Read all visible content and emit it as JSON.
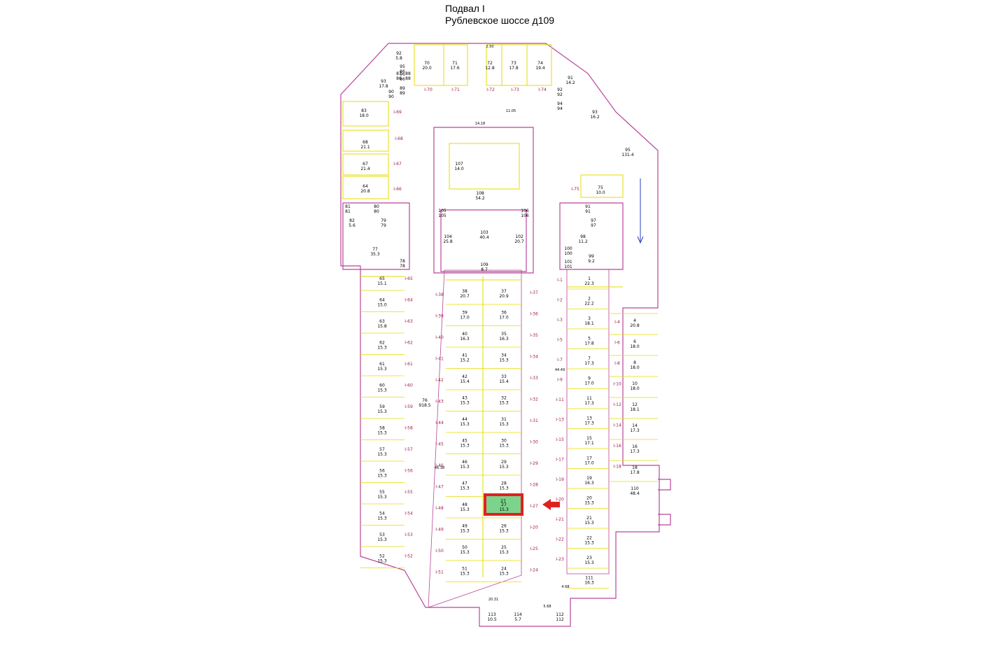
{
  "title": "Подвал I",
  "address": "Рублевское шоссе д109",
  "colors": {
    "wall": "#b9459a",
    "partition": "#e6dc00",
    "label": "#a11a4a",
    "highlight_fill": "#7cd38c",
    "highlight_border": "#e02020",
    "arrow": "#e02020"
  },
  "highlight": {
    "room": "27"
  },
  "top_rooms": [
    {
      "n": "92",
      "a": "5.8"
    },
    {
      "n": "93",
      "a": "17.8"
    },
    {
      "n": "95",
      "a": "86"
    },
    {
      "n": "96",
      "a": "86"
    },
    {
      "n": "87",
      "a": "86"
    },
    {
      "n": "88",
      "a": "88"
    },
    {
      "n": "89",
      "a": "89"
    },
    {
      "n": "90",
      "a": "90"
    },
    {
      "n": "70",
      "a": "20.0"
    },
    {
      "n": "71",
      "a": "17.6"
    },
    {
      "n": "72",
      "a": "12.8"
    },
    {
      "n": "73",
      "a": "17.8"
    },
    {
      "n": "74",
      "a": "19.4"
    },
    {
      "n": "91",
      "a": "14.2"
    },
    {
      "n": "92",
      "a": "92"
    },
    {
      "n": "94",
      "a": "94"
    },
    {
      "n": "93",
      "a": "16.2"
    }
  ],
  "left_rooms": [
    {
      "n": "83",
      "a": "18.0"
    },
    {
      "n": "68",
      "a": "21.1"
    },
    {
      "n": "67",
      "a": "21.4"
    },
    {
      "n": "64",
      "a": "20.8"
    },
    {
      "n": "81",
      "a": "81"
    },
    {
      "n": "80",
      "a": "80"
    },
    {
      "n": "79",
      "a": "79"
    },
    {
      "n": "82",
      "a": "5.6"
    },
    {
      "n": "77",
      "a": "35.3"
    },
    {
      "n": "78",
      "a": "78"
    }
  ],
  "right_upper_rooms": [
    {
      "n": "95",
      "a": "131.4"
    },
    {
      "n": "75",
      "a": "10.0"
    },
    {
      "n": "91",
      "a": "91"
    },
    {
      "n": "97",
      "a": "97"
    },
    {
      "n": "98",
      "a": "11.2"
    },
    {
      "n": "99",
      "a": "9.2"
    },
    {
      "n": "100",
      "a": "100"
    },
    {
      "n": "101",
      "a": "101"
    }
  ],
  "core_rooms": [
    {
      "n": "107",
      "a": "14.0"
    },
    {
      "n": "108",
      "a": "54.2"
    },
    {
      "n": "103",
      "a": "40.4"
    },
    {
      "n": "104",
      "a": "25.8"
    },
    {
      "n": "102",
      "a": "20.7"
    },
    {
      "n": "109",
      "a": "8.7"
    },
    {
      "n": "105",
      "a": "105"
    },
    {
      "n": "106",
      "a": "106"
    }
  ],
  "left_spaces": [
    {
      "n": "65",
      "a": "15.1"
    },
    {
      "n": "64",
      "a": "15.0"
    },
    {
      "n": "63",
      "a": "15.8"
    },
    {
      "n": "62",
      "a": "15.3"
    },
    {
      "n": "61",
      "a": "15.3"
    },
    {
      "n": "60",
      "a": "15.3"
    },
    {
      "n": "59",
      "a": "15.3"
    },
    {
      "n": "58",
      "a": "15.3"
    },
    {
      "n": "57",
      "a": "15.3"
    },
    {
      "n": "56",
      "a": "15.3"
    },
    {
      "n": "55",
      "a": "15.3"
    },
    {
      "n": "54",
      "a": "15.3"
    },
    {
      "n": "53",
      "a": "15.3"
    },
    {
      "n": "52",
      "a": "15.3"
    }
  ],
  "center_left": [
    {
      "n": "38",
      "a": "20.7"
    },
    {
      "n": "39",
      "a": "17.0"
    },
    {
      "n": "40",
      "a": "16.3"
    },
    {
      "n": "41",
      "a": "15.2"
    },
    {
      "n": "42",
      "a": "15.4"
    },
    {
      "n": "43",
      "a": "15.3"
    },
    {
      "n": "44",
      "a": "15.3"
    },
    {
      "n": "45",
      "a": "15.3"
    },
    {
      "n": "46",
      "a": "15.3"
    },
    {
      "n": "47",
      "a": "15.3"
    },
    {
      "n": "48",
      "a": "15.3"
    },
    {
      "n": "49",
      "a": "15.3"
    },
    {
      "n": "50",
      "a": "15.3"
    },
    {
      "n": "51",
      "a": "15.3"
    }
  ],
  "center_right": [
    {
      "n": "37",
      "a": "20.9"
    },
    {
      "n": "36",
      "a": "17.0"
    },
    {
      "n": "35",
      "a": "16.3"
    },
    {
      "n": "34",
      "a": "15.3"
    },
    {
      "n": "33",
      "a": "15.4"
    },
    {
      "n": "32",
      "a": "15.3"
    },
    {
      "n": "31",
      "a": "15.3"
    },
    {
      "n": "30",
      "a": "15.3"
    },
    {
      "n": "29",
      "a": "15.3"
    },
    {
      "n": "28",
      "a": "15.3"
    },
    {
      "n": "27",
      "a": "15.3"
    },
    {
      "n": "26",
      "a": "15.3"
    },
    {
      "n": "25",
      "a": "15.3"
    },
    {
      "n": "24",
      "a": "15.3"
    }
  ],
  "right_spaces": [
    {
      "n": "1",
      "a": "22.3"
    },
    {
      "n": "2",
      "a": "22.2"
    },
    {
      "n": "3",
      "a": "18.1"
    },
    {
      "n": "5",
      "a": "17.8"
    },
    {
      "n": "7",
      "a": "17.3"
    },
    {
      "n": "9",
      "a": "17.0"
    },
    {
      "n": "11",
      "a": "17.3"
    },
    {
      "n": "13",
      "a": "17.3"
    },
    {
      "n": "15",
      "a": "17.1"
    },
    {
      "n": "17",
      "a": "17.0"
    },
    {
      "n": "19",
      "a": "16.3"
    },
    {
      "n": "20",
      "a": "15.3"
    },
    {
      "n": "21",
      "a": "15.3"
    },
    {
      "n": "22",
      "a": "15.3"
    },
    {
      "n": "23",
      "a": "15.3"
    },
    {
      "n": "111",
      "a": "16.3"
    }
  ],
  "far_right_spaces": [
    {
      "n": "4",
      "a": "20.8"
    },
    {
      "n": "6",
      "a": "18.0"
    },
    {
      "n": "8",
      "a": "18.0"
    },
    {
      "n": "10",
      "a": "18.0"
    },
    {
      "n": "12",
      "a": "18.1"
    },
    {
      "n": "14",
      "a": "17.3"
    },
    {
      "n": "16",
      "a": "17.3"
    },
    {
      "n": "18",
      "a": "17.8"
    },
    {
      "n": "110",
      "a": "48.4"
    }
  ],
  "bottom_rooms": [
    {
      "n": "113",
      "a": "10.5"
    },
    {
      "n": "114",
      "a": "5.7"
    },
    {
      "n": "112",
      "a": "112"
    }
  ],
  "axis_labels_left": [
    "I-65",
    "I-64",
    "I-63",
    "I-62",
    "I-61",
    "I-60",
    "I-59",
    "I-58",
    "I-57",
    "I-56",
    "I-55",
    "I-54",
    "I-53",
    "I-52"
  ],
  "axis_labels_cl": [
    "I-38",
    "I-39",
    "I-40",
    "I-41",
    "I-42",
    "I-43",
    "I-44",
    "I-45",
    "I-46",
    "I-47",
    "I-48",
    "I-49",
    "I-50",
    "I-51"
  ],
  "axis_labels_cr": [
    "I-37",
    "I-36",
    "I-35",
    "I-34",
    "I-33",
    "I-32",
    "I-31",
    "I-30",
    "I-29",
    "I-28",
    "I-27",
    "I-20",
    "I-25",
    "I-24"
  ],
  "axis_labels_r": [
    "I-1",
    "I-2",
    "I-3",
    "I-5",
    "I-7",
    "I-9",
    "I-11",
    "I-13",
    "I-15",
    "I-17",
    "I-19",
    "I-20",
    "I-21",
    "I-22",
    "I-23"
  ],
  "axis_labels_fr": [
    "I-4",
    "I-6",
    "I-8",
    "I-10",
    "I-12",
    "I-14",
    "I-16",
    "I-18"
  ],
  "axis_labels_top": [
    "I-70",
    "I-71",
    "I-72",
    "I-73",
    "I-74"
  ],
  "axis_labels_misc": [
    "I-69",
    "I-68",
    "I-67",
    "I-66",
    "I-75"
  ],
  "big_area": {
    "n": "76",
    "a": "918.5"
  },
  "dims": [
    "2.50",
    "14.18",
    "20.31",
    "11.05",
    "44.49",
    "46.38",
    "4.68",
    "5.68"
  ]
}
